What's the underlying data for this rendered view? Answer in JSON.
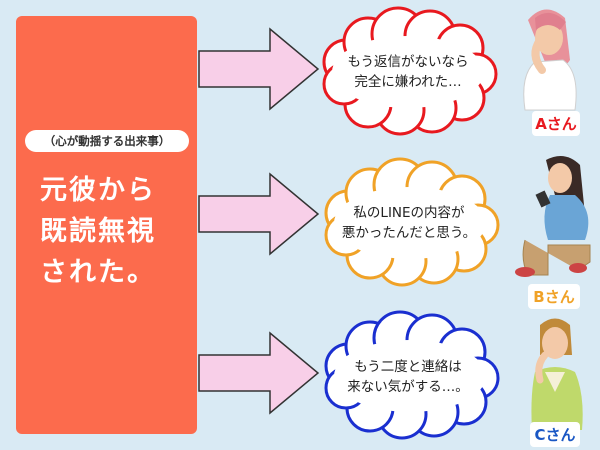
{
  "event": {
    "tag": "（心が動揺する出来事）",
    "headline": [
      "元彼から",
      "既読無視",
      "された。"
    ]
  },
  "thoughts": [
    {
      "lines": [
        "もう返信がないなら",
        "完全に嫌われた…"
      ],
      "person": "Aさん",
      "border_color": "#e8191f",
      "label_color": "#e8191f"
    },
    {
      "lines": [
        "私のLINEの内容が",
        "悪かったんだと思う。"
      ],
      "person": "Bさん",
      "border_color": "#f0a227",
      "label_color": "#f0a227"
    },
    {
      "lines": [
        "もう二度と連絡は",
        "来ない気がする…。"
      ],
      "person": "Cさん",
      "border_color": "#1a2fd0",
      "label_color": "#1a57c4"
    }
  ],
  "colors": {
    "background": "#d9eaf4",
    "panel": "#fc6b4d",
    "arrow_fill": "#f8cfe8",
    "arrow_stroke": "#333333"
  }
}
